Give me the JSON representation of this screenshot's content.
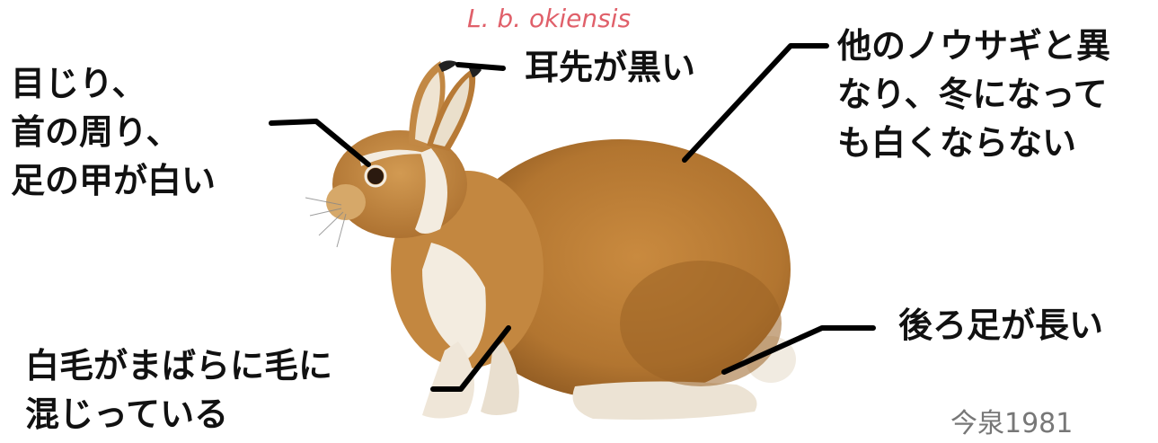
{
  "species_label": "L. b. okiensis",
  "annotations": {
    "eye_neck_feet": "目じり、\n首の周り、\n足の甲が白い",
    "ear_tip": "耳先が黒い",
    "winter_coat": "他のノウサギと異\nなり、冬になって\nも白くならない",
    "hind_legs": "後ろ足が長い",
    "white_hair": "白毛がまばらに毛に\n混じっている"
  },
  "credit": "今泉1981",
  "colors": {
    "fur_brown": "#b8782f",
    "fur_light": "#d9a058",
    "white_fur": "#f3ece0",
    "title_red": "#e0606a",
    "text": "#111111"
  }
}
